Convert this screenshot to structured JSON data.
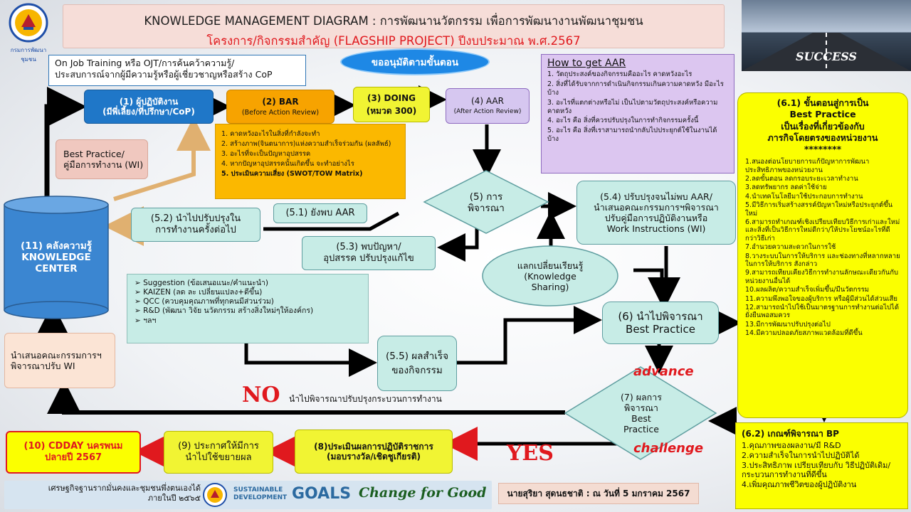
{
  "logo": {
    "caption": "กรมการพัฒนาชุมชน"
  },
  "title": {
    "line1": "KNOWLEDGE MANAGEMENT DIAGRAM : การพัฒนานวัตกรรม เพื่อการพัฒนางานพัฒนาชุมชน",
    "line2": "โครงการ/กิจกรรมสำคัญ (FLAGSHIP PROJECT) ปีงบประมาณ พ.ศ.2567"
  },
  "banner": {
    "text": "SUCCESS"
  },
  "ojt": {
    "line1": "On Job Training  หรือ OJT/การค้นคว้าความรู้/",
    "line2": "ประสบการณ์จากผู้มีความรู้หรือผู้เชี่ยวชาญหรือสร้าง CoP"
  },
  "approval": "ขออนุมัติตามขั้นตอน",
  "steps": {
    "s1": {
      "line1": "(1) ผู้ปฏิบัติงาน",
      "line2": "(มีพี่เลี้ยง/ที่ปรึกษา/CoP)"
    },
    "s2": {
      "line1": "(2) BAR",
      "line2": "(Before Action Review)"
    },
    "s3": {
      "line1": "(3) DOING",
      "line2": "(หมวด 300)"
    },
    "s4": {
      "line1": "(4) AAR",
      "line2": "(After Action Review)"
    }
  },
  "how_aar": {
    "title": "How to get AAR",
    "items": [
      "1. วัตถุประสงค์ของกิจกรรมคืออะไร คาดหวังอะไร",
      "2. สิ่งที่ได้รับจากการดำเนินกิจกรรมเกินความคาดหวัง มีอะไรบ้าง",
      "3. อะไรที่แตกต่างหรือไม่ เป็นไปตามวัตถุประสงค์หรือความคาดหวัง",
      "4. อะไร คือ สิ่งที่ควรปรับปรุงในการทำกิจกรรมครั้งนี้",
      "5. อะไร คือ สิ่งที่เราสามารถนำกลับไปประยุกต์ใช้ในงานได้บ้าง"
    ]
  },
  "bar_list": [
    "1. คาดหวังอะไรในสิ่งที่กำลังจะทำ",
    "2. สร้างภาพ(จินตนาการ)แห่งความสำเร็จร่วมกัน (ผลลัพธ์)",
    "3. อะไรที่จะเป็นปัญหาอุปสรรค",
    "4. หากปัญหาอุปสรรคนั้นเกิดขึ้น จะทำอย่างไร",
    "5. ประเมินความเสี่ยง (SWOT/TOW Matrix)"
  ],
  "best_practice_wi": {
    "line1": "Best Practice/",
    "line2": "คู่มือการทำงาน (WI)"
  },
  "kc": {
    "line1": "(11) คลังความรู้",
    "line2": "KNOWLEDGE",
    "line3": "CENTER"
  },
  "s52": {
    "line1": "(5.2) นำไปปรับปรุงใน",
    "line2": "การทำงานครั้งต่อไป"
  },
  "s51": "(5.1) ยังพบ AAR",
  "s5": {
    "line1": "(5) การ",
    "line2": "พิจารณา"
  },
  "s53": {
    "line1": "(5.3) พบปัญหา/",
    "line2": "อุปสรรค ปรับปรุงแก้ไข"
  },
  "s54": {
    "line1": "(5.4) ปรับปรุงจนไม่พบ AAR/",
    "line2": "นำเสนอคณะกรรมการฯพิจารณา",
    "line3": "ปรับคู่มือการปฏิบัติงานหรือ",
    "line4": "Work Instructions (WI)"
  },
  "ks": {
    "line1": "แลกเปลี่ยนเรียนรู้",
    "line2": "(Knowledge",
    "line3": "Sharing)"
  },
  "suggestions": [
    "Suggestion (ข้อเสนอแนะ/คำแนะนำ)",
    "KAIZEN (ลด ละ เปลี่ยนแปลง+ดีขึ้น)",
    "QCC (ควบคุมคุณภาพที่ทุกคนมีส่วนร่วม)",
    "R&D (พัฒนา วิจัย นวัตกรรม สร้างสิ่งใหม่ๆให้องค์กร)",
    "ฯลฯ"
  ],
  "s55": {
    "line1": "(5.5)  ผลสำเร็จ",
    "line2": "ของกิจกรรม"
  },
  "s6": {
    "line1": "(6) นำไปพิจารณา",
    "line2": "Best Practice"
  },
  "committee": {
    "line1": "นำเสนอคณะกรรมการฯ",
    "line2": "พิจารณาปรับ WI"
  },
  "no_label": "NO",
  "no_text": "นำไปพิจารณาปรับปรุงกระบวนการทำงาน",
  "advance": "advance",
  "challenge": "challenge",
  "yes_label": "YES",
  "s7": {
    "line1": "(7) ผลการ",
    "line2": "พิจารณา",
    "line3": "Best",
    "line4": "Practice"
  },
  "s8": {
    "line1": "(8)ประเมินผลการปฏิบัติราชการ",
    "line2": "(มอบรางวัล/เชิดชูเกียรติ)"
  },
  "s9": {
    "line1": "(9) ประกาศให้มีการ",
    "line2": "นำไปใช้ขยายผล"
  },
  "s10": {
    "line1": "(10) CDDAY นครพนม",
    "line2": "ปลายปี 2567"
  },
  "bp61": {
    "heading1": "(6.1) ขั้นตอนสู่การเป็น",
    "heading2": "Best Practice",
    "heading3": "เป็นเรื่องที่เกี่ยวข้องกับ",
    "heading4": "ภารกิจโดยตรงของหน่วยงาน",
    "stars": "********",
    "items": [
      "1.สนองต่อนโยบายการแก้ปัญหาการพัฒนาประสิทธิภาพของหน่วยงาน",
      "2.ลดขั้นตอน ลดกรอบระยะเวลาทำงาน",
      "3.ลดทรัพยากร ลดค่าใช้จ่าย",
      "4.นำเทคโนโลยีมาใช้ประกอบการทำงาน",
      "5.มีวิธีการเริ่มสร้างสรรค์ปัญหาใหม่หรือประยุกต์ขึ้นใหม่",
      "6.สามารถทำเกณฑ์เชิงเปรียบเทียบวิธีการเก่าและใหม่และสิ่งที่เป็นวิธีการใหม่ดีกว่า/ให้ประโยชน์อะไรที่ดีกว่าวิธีเก่า",
      "7.อำนวยความสะดวกในการใช้",
      "8.วางระบบในการให้บริการ และช่องทางที่หลากหลายในการให้บริการ สังกล่าว",
      "9.สามารถเทียบเคียงวิธีการทำงานลักษณะเดียวกันกับหน่วยงานอื่นได้",
      "10.ผลผลิต/ความสำเร็จเพิ่มขึ้น/มีนวัตกรรม",
      "11.ความพึงพอใจของผู้บริการ หรือผู้มีส่วนได้ส่วนเสีย",
      "12.สามารถนำไปใช้เป็นมาตรฐานการทำงานต่อไปได้ยั่งยืนพอสมควร",
      "13.มีการพัฒนาปรับปรุงต่อไป",
      "14.มีความปลอดภัยสภาพแวดล้อมที่ดีขึ้น"
    ]
  },
  "bp62": {
    "heading": "(6.2) เกณฑ์พิจารณา BP",
    "items": [
      "1.คุณภาพของผลงาน/มี R&D",
      "2.ความสำเร็จในการนำไปปฏิบัติได้",
      "3.ประสิทธิภาพ เปรียบเทียบกับ วิธีปฏิบัติเดิม/กระบวนการทำงานที่ดีขึ้น",
      "4.เพิ่มคุณภาพชีวิตของผู้ปฏิบัติงาน"
    ]
  },
  "footer": {
    "econ1": "เศรษฐกิจฐานรากมั่นคงและชุมชนพึ่งตนเองได้",
    "econ2": "ภายในปี ๒๕๖๕",
    "sdg1": "SUSTAINABLE",
    "sdg2": "DEVELOPMENT",
    "goals": "GOALS",
    "change": "Change for Good",
    "author": "นายสุริยา  สุดนธชาติ : ณ วันที่ 5 มกราคม 2567"
  },
  "colors": {
    "blue_step": "#1f77c8",
    "orange_step": "#f7a300",
    "yellow_step": "#f1f433",
    "purple_step": "#d6c7f0",
    "teal": "#c7ece6",
    "red": "#e0191e",
    "kc_blue": "#3b86d1",
    "bp_yellow": "#fbff00"
  }
}
